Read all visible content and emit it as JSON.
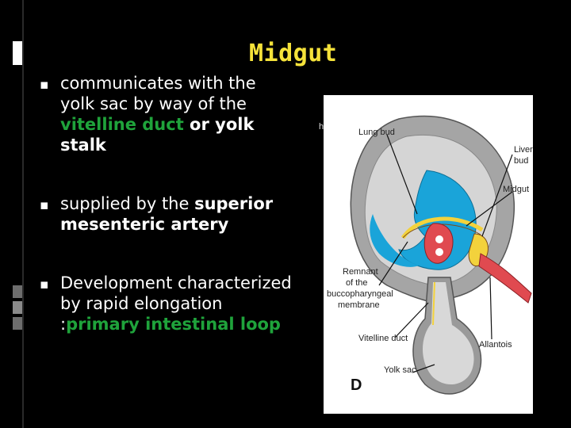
{
  "slide": {
    "title": "Midgut",
    "bullet1": {
      "text_a": "communicates with the yolk sac by way of the ",
      "text_b": "vitelline duct",
      "text_c": " or yolk stalk"
    },
    "bullet2": {
      "text_a": "supplied by the ",
      "text_b": "superior mesenteric artery"
    },
    "bullet3": {
      "text_a": "Development characterized by rapid elongation :",
      "text_b": "primary intestinal loop"
    }
  },
  "figure": {
    "stray_text": "he",
    "labels": {
      "lung_bud": "Lung bud",
      "liver_bud_1": "Liver",
      "liver_bud_2": "bud",
      "midgut": "Midgut",
      "remnant_1": "Remnant",
      "remnant_2": "of the",
      "remnant_3": "buccopharyngeal",
      "remnant_4": "membrane",
      "allantois": "Allantois",
      "vitelline_duct": "Vitelline duct",
      "yolk_sac": "Yolk sac",
      "panel": "D"
    }
  },
  "colors": {
    "title": "#f5e23a",
    "highlight": "#1fa33b",
    "background": "#000000",
    "ectoderm_gray": "#9a9a9a",
    "amnion_blue": "#1aa4d9",
    "endoderm_yellow": "#f3d23c",
    "mesoderm_red": "#e04a50"
  }
}
